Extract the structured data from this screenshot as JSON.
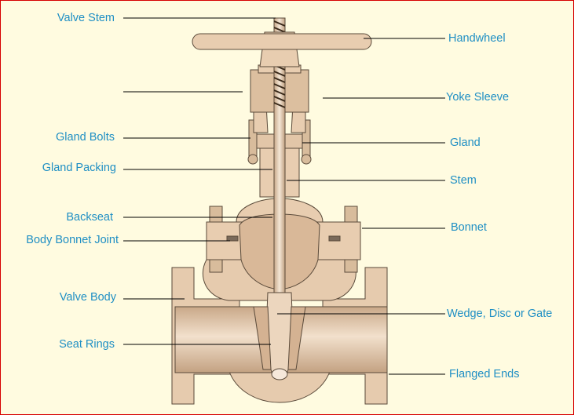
{
  "colors": {
    "background": "#fffbe0",
    "label_text": "#1f8fc4",
    "leader_line": "#000000",
    "metal": "#e8cdb0",
    "metal_outline": "#5a4a3a",
    "border": "#d60000"
  },
  "labels": {
    "valve_stem": "Valve Stem",
    "gland_bolts": "Gland Bolts",
    "gland_packing": "Gland Packing",
    "backseat": "Backseat",
    "body_bonnet_joint": "Body Bonnet Joint",
    "valve_body": "Valve Body",
    "seat_rings": "Seat Rings",
    "handwheel": "Handwheel",
    "yoke_sleeve": "Yoke Sleeve",
    "gland": "Gland",
    "stem": "Stem",
    "bonnet": "Bonnet",
    "wedge": "Wedge, Disc or Gate",
    "flanged_ends": "Flanged Ends"
  }
}
